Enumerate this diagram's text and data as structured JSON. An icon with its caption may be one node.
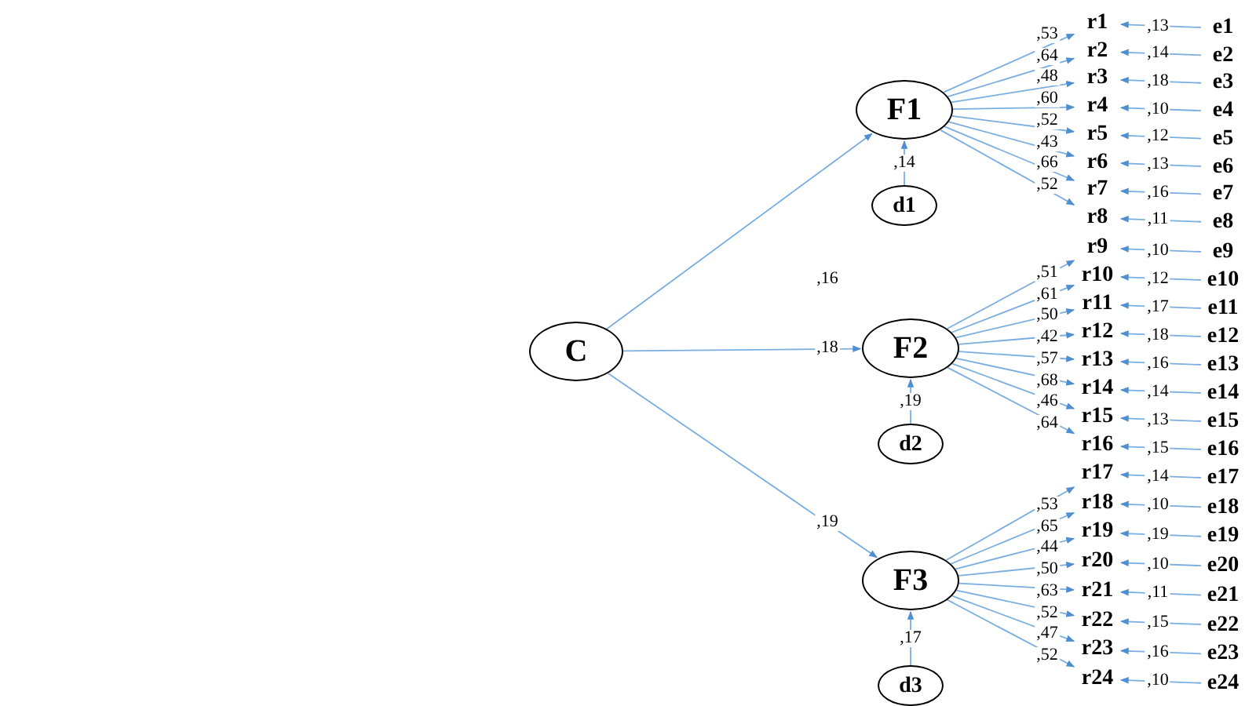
{
  "diagram": {
    "nodes": [
      {
        "text": [
          "C"
        ]
      },
      {
        "text": [
          "F1"
        ]
      },
      {
        "text": [
          "F2"
        ]
      },
      {
        "text": [
          "F3"
        ]
      },
      {
        "text": [
          "d1"
        ]
      },
      {
        "text": [
          "d2"
        ]
      },
      {
        "text": [
          "d3"
        ]
      },
      {
        "text": [
          "r1"
        ]
      },
      {
        "text": [
          "r2"
        ]
      },
      {
        "text": [
          "r3"
        ]
      },
      {
        "text": [
          "r4"
        ]
      },
      {
        "text": [
          "r5"
        ]
      },
      {
        "text": [
          "r6"
        ]
      },
      {
        "text": [
          "r7"
        ]
      },
      {
        "text": [
          "r8"
        ]
      },
      {
        "text": [
          "r9"
        ]
      },
      {
        "text": [
          "r10"
        ]
      },
      {
        "text": [
          "r11"
        ]
      },
      {
        "text": [
          "r12"
        ]
      },
      {
        "text": [
          "r13"
        ]
      },
      {
        "text": [
          "r14"
        ]
      },
      {
        "text": [
          "r15"
        ]
      },
      {
        "text": [
          "r16"
        ]
      },
      {
        "text": [
          "r17"
        ]
      },
      {
        "text": [
          "r18"
        ]
      },
      {
        "text": [
          "r19"
        ]
      },
      {
        "text": [
          "r20"
        ]
      },
      {
        "text": [
          "r21"
        ]
      },
      {
        "text": [
          "r22"
        ]
      },
      {
        "text": [
          "r23"
        ]
      },
      {
        "text": [
          "r24"
        ]
      },
      {
        "text": [
          "e1"
        ]
      },
      {
        "text": [
          "e2"
        ]
      },
      {
        "text": [
          "e3"
        ]
      },
      {
        "text": [
          "e4"
        ]
      },
      {
        "text": [
          "e5"
        ]
      },
      {
        "text": [
          "e6"
        ]
      },
      {
        "text": [
          "e7"
        ]
      },
      {
        "text": [
          "e8"
        ]
      },
      {
        "text": [
          "e9"
        ]
      },
      {
        "text": [
          "e10"
        ]
      },
      {
        "text": [
          "e11"
        ]
      },
      {
        "text": [
          "e12"
        ]
      },
      {
        "text": [
          "e13"
        ]
      },
      {
        "text": [
          "e14"
        ]
      },
      {
        "text": [
          "e15"
        ]
      },
      {
        "text": [
          "e16"
        ]
      },
      {
        "text": [
          "e17"
        ]
      },
      {
        "text": [
          "e18"
        ]
      },
      {
        "text": [
          "e19"
        ]
      },
      {
        "text": [
          "e20"
        ]
      },
      {
        "text": [
          "e21"
        ]
      },
      {
        "text": [
          "e22"
        ]
      },
      {
        "text": [
          "e23"
        ]
      },
      {
        "text": [
          "e24"
        ]
      }
    ],
    "edges": [
      {
        "from": 0,
        "to": 1,
        "arrow": "to",
        "label": ",16"
      },
      {
        "from": 0,
        "to": 2,
        "arrow": "to",
        "label": ",18"
      },
      {
        "from": 0,
        "to": 3,
        "arrow": "to",
        "label": ",19"
      },
      {
        "from": 4,
        "to": 1,
        "arrow": "to",
        "label": ",14"
      },
      {
        "from": 5,
        "to": 2,
        "arrow": "to",
        "label": ",19"
      },
      {
        "from": 6,
        "to": 3,
        "arrow": "to",
        "label": ",17"
      },
      {
        "from": 1,
        "to": 7,
        "arrow": "to",
        "label": ",53"
      },
      {
        "from": 1,
        "to": 8,
        "arrow": "to",
        "label": ",64"
      },
      {
        "from": 1,
        "to": 9,
        "arrow": "to",
        "label": ",48"
      },
      {
        "from": 1,
        "to": 10,
        "arrow": "to",
        "label": ",60"
      },
      {
        "from": 1,
        "to": 11,
        "arrow": "to",
        "label": ",52"
      },
      {
        "from": 1,
        "to": 12,
        "arrow": "to",
        "label": ",43"
      },
      {
        "from": 1,
        "to": 13,
        "arrow": "to",
        "label": ",66"
      },
      {
        "from": 1,
        "to": 14,
        "arrow": "to",
        "label": ",52"
      },
      {
        "from": 2,
        "to": 15,
        "arrow": "to",
        "label": ",51"
      },
      {
        "from": 2,
        "to": 16,
        "arrow": "to",
        "label": ",61"
      },
      {
        "from": 2,
        "to": 17,
        "arrow": "to",
        "label": ",50"
      },
      {
        "from": 2,
        "to": 18,
        "arrow": "to",
        "label": ",42"
      },
      {
        "from": 2,
        "to": 19,
        "arrow": "to",
        "label": ",57"
      },
      {
        "from": 2,
        "to": 20,
        "arrow": "to",
        "label": ",68"
      },
      {
        "from": 2,
        "to": 21,
        "arrow": "to",
        "label": ",46"
      },
      {
        "from": 2,
        "to": 22,
        "arrow": "to",
        "label": ",64"
      },
      {
        "from": 3,
        "to": 23,
        "arrow": "to",
        "label": ",53"
      },
      {
        "from": 3,
        "to": 24,
        "arrow": "to",
        "label": ",65"
      },
      {
        "from": 3,
        "to": 25,
        "arrow": "to",
        "label": ",44"
      },
      {
        "from": 3,
        "to": 26,
        "arrow": "to",
        "label": ",50"
      },
      {
        "from": 3,
        "to": 27,
        "arrow": "to",
        "label": ",63"
      },
      {
        "from": 3,
        "to": 28,
        "arrow": "to",
        "label": ",52"
      },
      {
        "from": 3,
        "to": 29,
        "arrow": "to",
        "label": ",47"
      },
      {
        "from": 3,
        "to": 30,
        "arrow": "to",
        "label": ",52"
      },
      {
        "from": 31,
        "to": 7,
        "arrow": "to",
        "label": ",13"
      },
      {
        "from": 32,
        "to": 8,
        "arrow": "to",
        "label": ",14"
      },
      {
        "from": 33,
        "to": 9,
        "arrow": "to",
        "label": ",18"
      },
      {
        "from": 34,
        "to": 10,
        "arrow": "to",
        "label": ",10"
      },
      {
        "from": 35,
        "to": 11,
        "arrow": "to",
        "label": ",12"
      },
      {
        "from": 36,
        "to": 12,
        "arrow": "to",
        "label": ",13"
      },
      {
        "from": 37,
        "to": 13,
        "arrow": "to",
        "label": ",16"
      },
      {
        "from": 38,
        "to": 14,
        "arrow": "to",
        "label": ",11"
      },
      {
        "from": 39,
        "to": 15,
        "arrow": "to",
        "label": ",10"
      },
      {
        "from": 40,
        "to": 16,
        "arrow": "to",
        "label": ",12"
      },
      {
        "from": 41,
        "to": 17,
        "arrow": "to",
        "label": ",17"
      },
      {
        "from": 42,
        "to": 18,
        "arrow": "to",
        "label": ",18"
      },
      {
        "from": 43,
        "to": 19,
        "arrow": "to",
        "label": ",16"
      },
      {
        "from": 44,
        "to": 20,
        "arrow": "to",
        "label": ",14"
      },
      {
        "from": 45,
        "to": 21,
        "arrow": "to",
        "label": ",13"
      },
      {
        "from": 46,
        "to": 22,
        "arrow": "to",
        "label": ",15"
      },
      {
        "from": 47,
        "to": 23,
        "arrow": "to",
        "label": ",14"
      },
      {
        "from": 48,
        "to": 24,
        "arrow": "to",
        "label": ",10"
      },
      {
        "from": 49,
        "to": 25,
        "arrow": "to",
        "label": ",19"
      },
      {
        "from": 50,
        "to": 26,
        "arrow": "to",
        "label": ",10"
      },
      {
        "from": 51,
        "to": 27,
        "arrow": "to",
        "label": ",11"
      },
      {
        "from": 52,
        "to": 28,
        "arrow": "to",
        "label": ",15"
      },
      {
        "from": 53,
        "to": 29,
        "arrow": "to",
        "label": ",16"
      },
      {
        "from": 54,
        "to": 30,
        "arrow": "to",
        "label": ",10"
      }
    ]
  }
}
